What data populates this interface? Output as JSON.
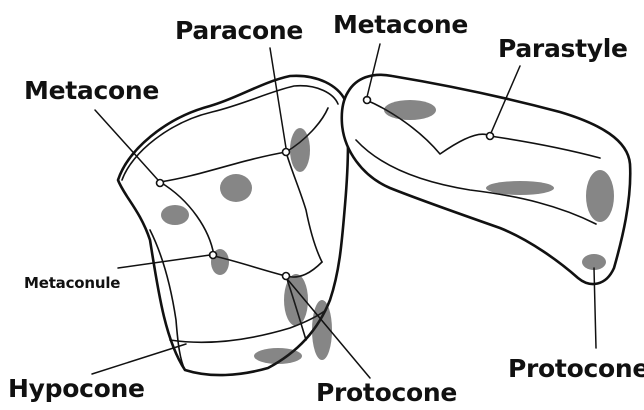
{
  "labels": {
    "paracone": "Paracone",
    "metacone_left": "Metacone",
    "metacone_right": "Metacone",
    "parastyle": "Parastyle",
    "metaconule": "Metaconule",
    "hypocone": "Hypocone",
    "protocone_center": "Protocone",
    "protocone_right": "Protocone"
  },
  "colors": {
    "ink": "#111111",
    "background": "#ffffff"
  }
}
